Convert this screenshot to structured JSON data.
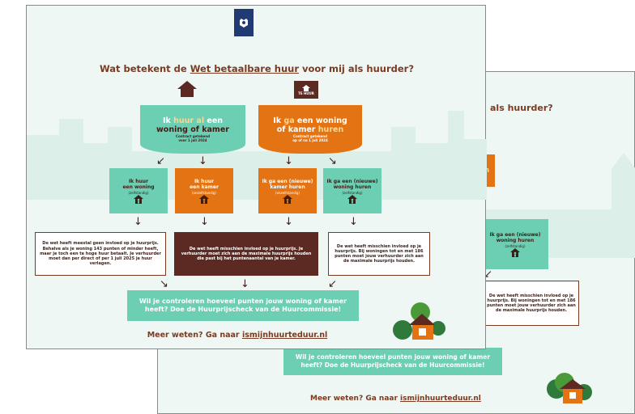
{
  "colors": {
    "teal": "#6ccfb3",
    "orange": "#e37313",
    "brown": "#5c2a22",
    "title": "#7a3b22",
    "bg": "#eef7f4"
  },
  "front": {
    "title_pre": "Wat betekent de ",
    "title_link": "Wet betaalbare huur",
    "title_post": " voor mij als huurder?",
    "te_huur": "TE HUUR",
    "left_header": {
      "p1": "Ik ",
      "p2": "huur al",
      "p3": " een",
      "line2": "woning of kamer",
      "sub1": "Contract getekend",
      "sub2": "voor 1 juli 2024"
    },
    "right_header": {
      "p1": "Ik ",
      "p2": "ga",
      "p3": " een woning",
      "line2a": "of kamer ",
      "line2b": "huren",
      "sub1": "Contract getekend",
      "sub2": "op of na 1 juli 2024"
    },
    "opt1": {
      "l1": "Ik huur",
      "l2": "een woning",
      "tag": "(zelfstandig)"
    },
    "opt2": {
      "l1": "Ik huur",
      "l2": "een kamer",
      "tag": "(onzelfstandig)"
    },
    "opt3": {
      "l1": "Ik ga een (nieuwe)",
      "l2": "kamer huren",
      "tag": "(onzelfstandig)"
    },
    "opt4": {
      "l1": "Ik ga een (nieuwe)",
      "l2": "woning huren",
      "tag": "(zelfstandig)"
    },
    "res1": "De wet heeft meestal geen invloed op je huurprijs. Behalve als je woning 143 punten of minder heeft, maar je toch een te hoge huur betaalt. Je verhuurder moet dan per direct of per 1 juli 2025 je huur verlagen.",
    "res2": "De wet heeft misschien invloed op je huurprijs. Je verhuurder moet zich aan de maximale huurprijs houden die past bij het puntenaantal van je kamer.",
    "res3": "De wet heeft misschien invloed op je huurprijs. Bij woningen tot en met 186 punten moet jouw verhuurder zich aan de maximale huurprijs houden.",
    "check": "Wil je controleren hoeveel punten jouw woning of kamer heeft? Doe de Huurprijscheck van de Huurcommissie!",
    "more_pre": "Meer weten? Ga naar ",
    "more_link": "ismijnhuurteduur.nl"
  },
  "back": {
    "title_fragment": "als huurder?",
    "opt4": {
      "l1": "Ik ga een (nieuwe)",
      "l2": "woning huren",
      "tag": "(zelfstandig)"
    },
    "res3": "De wet heeft misschien invloed op je huurprijs. Bij woningen tot en met 186 punten moet jouw verhuurder zich aan de maximale huurprijs houden.",
    "check": "Wil je controleren hoeveel punten jouw woning of kamer heeft? Doe de Huurprijscheck van de Huurcommissie!",
    "more_pre": "Meer weten? Ga naar ",
    "more_link": "ismijnhuurteduur.nl"
  },
  "icons": [
    "government-logo",
    "house-icon",
    "for-rent-sign-icon",
    "person-house-icon",
    "village-illustration"
  ]
}
